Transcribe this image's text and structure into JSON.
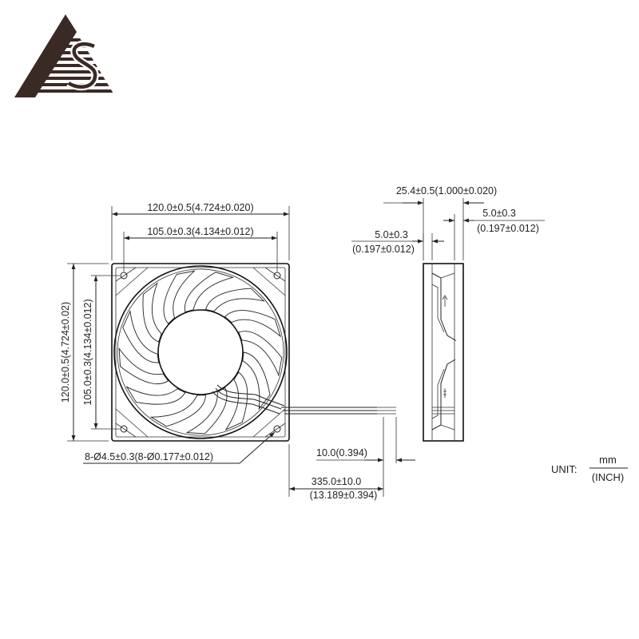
{
  "drawing": {
    "front_view": {
      "overall_width": "120.0±0.5(4.724±0.020)",
      "hole_spacing_width": "105.0±0.3(4.134±0.012)",
      "overall_height": "120.0±0.5(4.724±0.02)",
      "hole_spacing_height": "105.0±0.3(4.134±0.012)",
      "mounting_holes": "8-Ø4.5±0.3(8-Ø0.177±0.012)"
    },
    "side_view": {
      "overall_depth": "25.4±0.5(1.000±0.020)",
      "left_flange_metric": "5.0±0.3",
      "left_flange_inch": "(0.197±0.012)",
      "right_flange_metric": "5.0±0.3",
      "right_flange_inch": "(0.197±0.012)"
    },
    "lead_wire": {
      "strip_length": "10.0(0.394)",
      "total_length_metric": "335.0±10.0",
      "total_length_inch": "(13.189±0.394)"
    },
    "units": {
      "label": "UNIT:",
      "numerator": "mm",
      "denominator": "(INCH)"
    }
  }
}
